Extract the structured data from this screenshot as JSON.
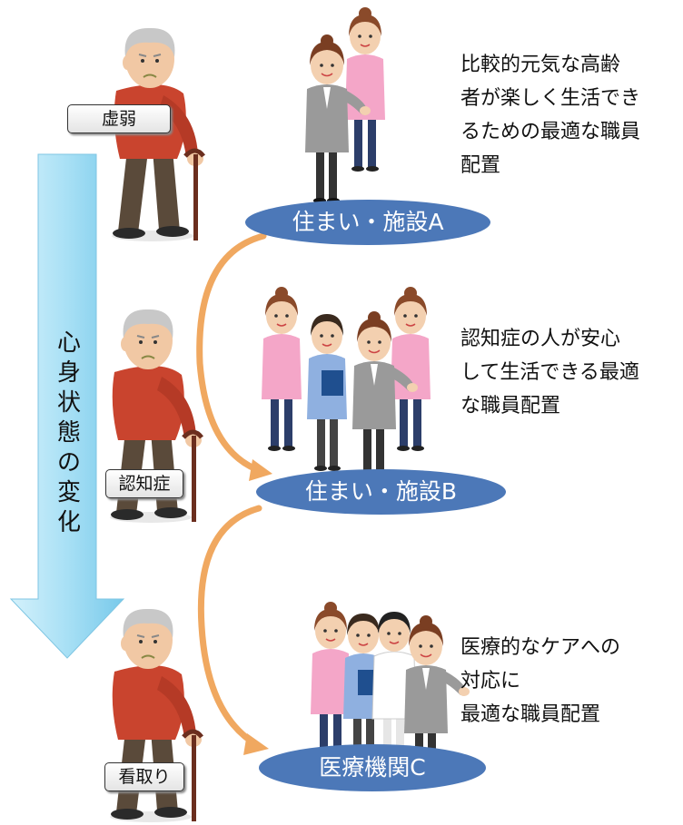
{
  "stages": [
    {
      "label": "虚弱",
      "facility": "住まい・施設A",
      "description": "比較的元気な高齢\n者が楽しく生活でき\nるための最適な職員\n配置"
    },
    {
      "label": "認知症",
      "facility": "住まい・施設B",
      "description": "認知症の人が安心\nして生活できる最適\nな職員配置"
    },
    {
      "label": "看取り",
      "facility": "医療機関C",
      "description": "医療的なケアへの\n対応に\n最適な職員配置"
    }
  ],
  "arrow_text": [
    "心",
    "身",
    "状",
    "態",
    "の",
    "変",
    "化"
  ],
  "colors": {
    "facility": "#4c78b8",
    "arrow": "#a8e0f5",
    "curve": "#f0a860",
    "sweater": "#c9442e",
    "pink": "#f4a6c8",
    "suit": "#9a9a9a",
    "blue": "#8fb0e0"
  }
}
